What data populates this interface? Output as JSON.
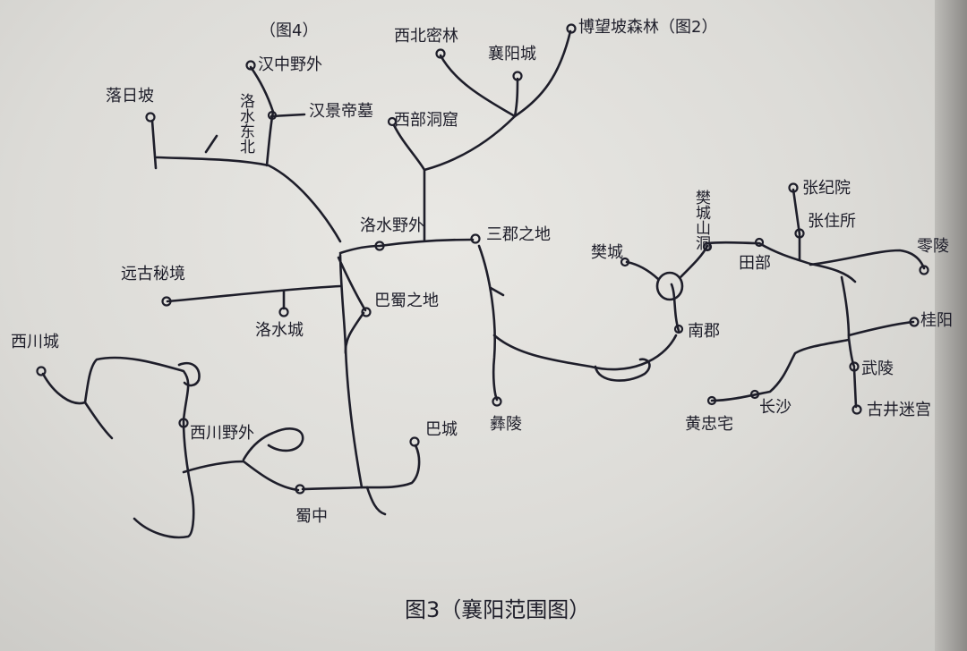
{
  "labels": {
    "tu4": "（图4）",
    "hanzhong_yewai": "汉中野外",
    "luoshui_dongbei": "洛水东北",
    "hanjing_yumu": "汉景帝墓",
    "luori_po": "落日坡",
    "xibei_mulin": "西北密林",
    "xiangyang_cheng": "襄阳城",
    "boshuo_senlin": "博望坡森林（图2）",
    "xibu_dongku": "西部洞窟",
    "luoshui_yewai": "洛水野外",
    "sanjun": "三郡之地",
    "yuanlin_mijing": "远古秘境",
    "luoshui_cheng": "洛水城",
    "bashu": "巴蜀之地",
    "xichuan_cheng": "西川城",
    "xichuan_yewai": "西川野外",
    "bacheng": "巴城",
    "yiling": "彝陵",
    "shuzhong": "蜀中",
    "fancheng": "樊城",
    "fanyu_shandong": "樊城山洞",
    "nanjun": "南郡",
    "tianbu": "田部",
    "changsha": "长沙",
    "huangzhong_zhai": "黄忠宅",
    "wuling": "武陵",
    "gujing_migong": "古井迷宫",
    "guiyang": "桂阳",
    "lingling": "零陵",
    "zhang_zhuanyuan": "张纪院",
    "zhang_zhusuo": "张住所",
    "bottom_title": "图3（襄阳范围图）"
  },
  "colors": {
    "ink": "#1e1e2a",
    "paper": "#e3e2de"
  }
}
